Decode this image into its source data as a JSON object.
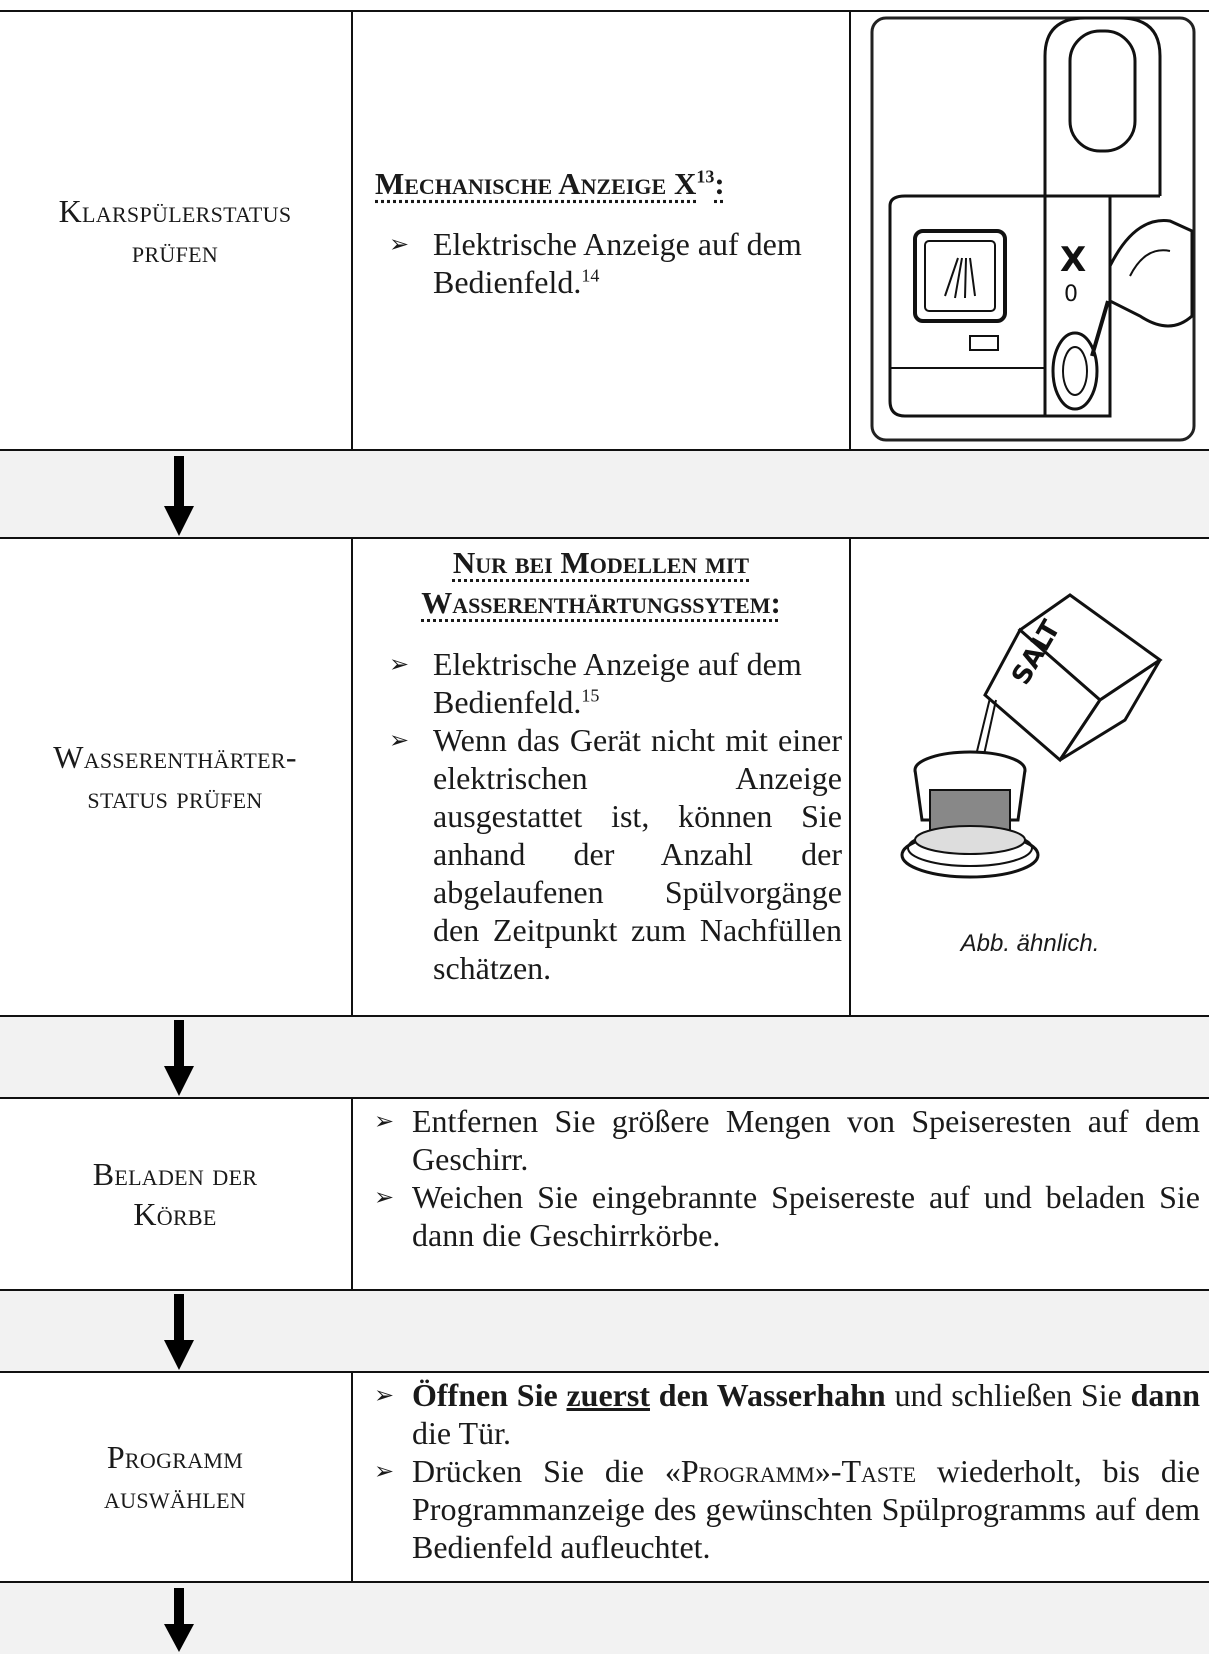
{
  "rows": [
    {
      "label": "Klarspülerstatus prüfen",
      "heading": "Mechanische Anzeige X",
      "heading_sup": "13",
      "heading_tail": ":",
      "bullets": [
        {
          "text": "Elektrische Anzeige auf dem Bedienfeld.",
          "sup": "14"
        }
      ]
    },
    {
      "label": "Wasserenthärter-status prüfen",
      "heading_line1": "Nur bei Modellen mit",
      "heading_line2": "Wasserenthärtungssytem:",
      "bullets": [
        {
          "text": "Elektrische Anzeige auf dem Bedienfeld.",
          "sup": "15"
        },
        {
          "text": "Wenn das Gerät nicht mit einer elektrischen Anzeige ausgestattet ist, können Sie anhand der Anzahl der abgelaufenen Spülvorgänge den Zeitpunkt zum Nachfüllen schätzen."
        }
      ],
      "caption": "Abb. ähnlich.",
      "image_label": "SALT"
    },
    {
      "label": "Beladen der Körbe",
      "bullets": [
        {
          "text": "Entfernen Sie größere Mengen von Speiseresten auf dem Geschirr."
        },
        {
          "text": "Weichen Sie eingebrannte Speisereste auf und beladen Sie dann die Geschirrkörbe."
        }
      ]
    },
    {
      "label": "Programm auswählen",
      "b1_part1": "Öffnen Sie ",
      "b1_part2": "zuerst",
      "b1_part3": " den Wasserhahn",
      "b1_part4": " und schließen Sie ",
      "b1_part5": "dann",
      "b1_part6": " die Tür.",
      "b2_part1": "Drücken Sie die «",
      "b2_part2": "Programm",
      "b2_part3": "»-",
      "b2_part4": "Taste",
      "b2_part5": " wiederholt, bis die Programmanzeige des gewünschten Spülprogramms auf dem Bedienfeld aufleuchtet."
    }
  ],
  "image1_label": "X",
  "image1_sub": "0"
}
